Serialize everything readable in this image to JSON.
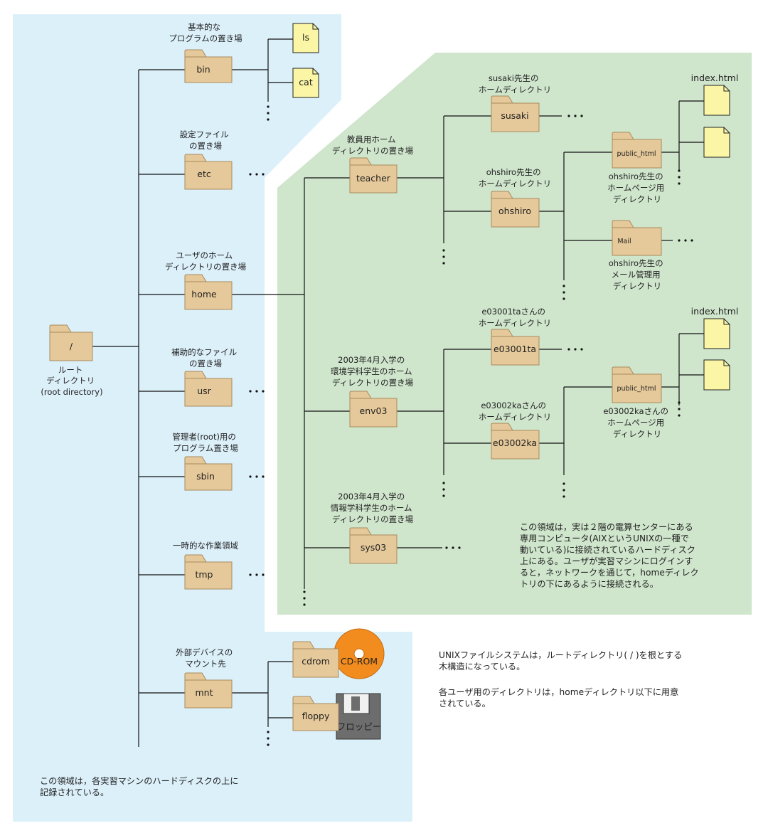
{
  "colors": {
    "local_area": "#dcf0fa",
    "server_area": "#cfe6cc",
    "folder_fill": "#e6c99a",
    "folder_stroke": "#a88a5c",
    "file_fill": "#fbf6a6",
    "cdrom": "#f28c1e",
    "floppy": "#6d6d6d",
    "line": "#111111"
  },
  "root": {
    "name": "/",
    "label": [
      "ルート",
      "ディレクトリ",
      "(root directory)"
    ]
  },
  "folders": {
    "bin": {
      "name": "bin",
      "label": [
        "基本的な",
        "プログラムの置き場"
      ]
    },
    "etc": {
      "name": "etc",
      "label": [
        "設定ファイル",
        "の置き場"
      ]
    },
    "home": {
      "name": "home",
      "label": [
        "ユーザのホーム",
        "ディレクトリの置き場"
      ]
    },
    "usr": {
      "name": "usr",
      "label": [
        "補助的なファイル",
        "の置き場"
      ]
    },
    "sbin": {
      "name": "sbin",
      "label": [
        "管理者(root)用の",
        "プログラム置き場"
      ]
    },
    "tmp": {
      "name": "tmp",
      "label": [
        "一時的な作業領域"
      ]
    },
    "mnt": {
      "name": "mnt",
      "label": [
        "外部デバイスの",
        "マウント先"
      ]
    },
    "cdrom": {
      "name": "cdrom"
    },
    "floppy": {
      "name": "floppy"
    },
    "teacher": {
      "name": "teacher",
      "label": [
        "教員用ホーム",
        "ディレクトリの置き場"
      ]
    },
    "susaki": {
      "name": "susaki",
      "label": [
        "susaki先生の",
        "ホームディレクトリ"
      ]
    },
    "ohshiro": {
      "name": "ohshiro",
      "label": [
        "ohshiro先生の",
        "ホームディレクトリ"
      ]
    },
    "public_html_1": {
      "name": "public_html",
      "label": [
        "ohshiro先生の",
        "ホームページ用",
        "ディレクトリ"
      ]
    },
    "mail": {
      "name": "Mail",
      "label": [
        "ohshiro先生の",
        "メール管理用",
        "ディレクトリ"
      ]
    },
    "env03": {
      "name": "env03",
      "label": [
        "2003年4月入学の",
        "環境学科学生のホーム",
        "ディレクトリの置き場"
      ]
    },
    "e03001ta": {
      "name": "e03001ta",
      "label": [
        "e03001taさんの",
        "ホームディレクトリ"
      ]
    },
    "e03002ka": {
      "name": "e03002ka",
      "label": [
        "e03002kaさんの",
        "ホームディレクトリ"
      ]
    },
    "public_html_2": {
      "name": "public_html",
      "label": [
        "e03002kaさんの",
        "ホームページ用",
        "ディレクトリ"
      ]
    },
    "sys03": {
      "name": "sys03",
      "label": [
        "2003年4月入学の",
        "情報学科学生のホーム",
        "ディレクトリの置き場"
      ]
    }
  },
  "files": {
    "ls": "ls",
    "cat": "cat",
    "index1": "index.html",
    "index2": "index.html"
  },
  "devices": {
    "cdrom": "CD-ROM",
    "floppy": "フロッピー"
  },
  "ellipsis": "…",
  "notes": {
    "local": "この領域は，各実習マシンのハードディスクの上に\n記録されている。",
    "server": "この領域は，実は２階の電算センターにある\n専用コンピュータ(AIXというUNIXの一種で\n動いている)に接続されているハードディスク\n上にある。ユーザが実習マシンにログインす\nると，ネットワークを通じて，homeディレク\nトリの下にあるように接続される。",
    "unix1": "UNIXファイルシステムは，ルートディレクトリ( / )を根とする\n木構造になっている。",
    "unix2": "各ユーザ用のディレクトリは，homeディレクトリ以下に用意\nされている。"
  }
}
